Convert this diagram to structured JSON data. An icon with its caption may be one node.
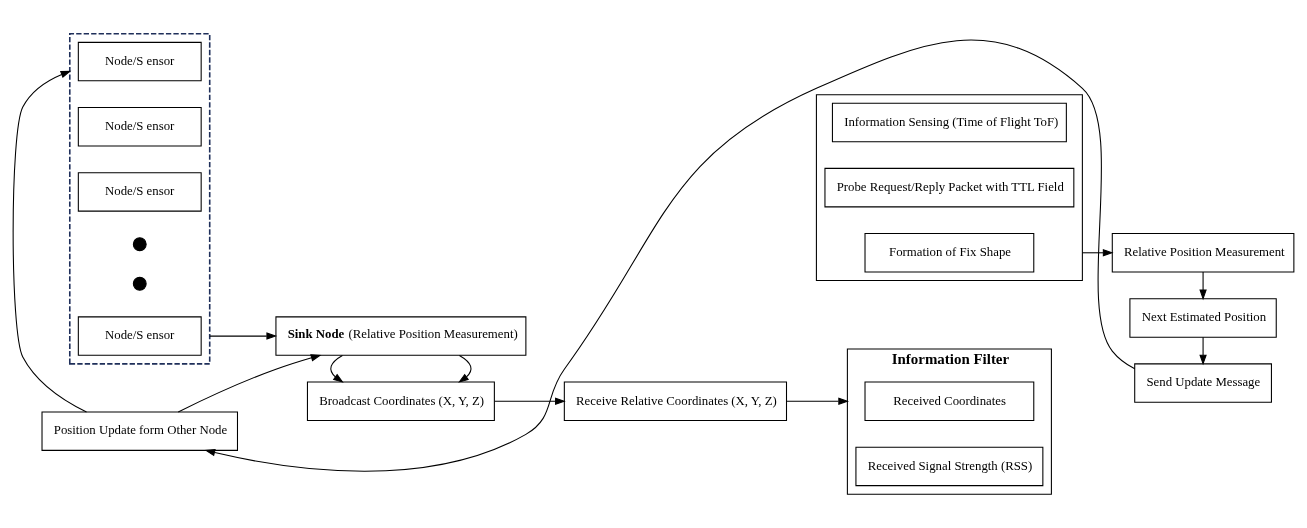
{
  "diagram": {
    "nodes": [
      {
        "text": [],
        "shape": "box"
      },
      {
        "text": [
          "Node/S ensor"
        ],
        "in": 0
      },
      {
        "text": [
          "Node/S ensor"
        ],
        "in": 0
      },
      {
        "text": [
          "Node/S ensor"
        ],
        "in": 0
      },
      {
        "text": [],
        "shape": "circle",
        "in": 0
      },
      {
        "text": [],
        "shape": "circle",
        "in": 0
      },
      {
        "text": [
          "Node/S ensor"
        ],
        "in": 0
      },
      {
        "text": [
          "Broadcast Coordinates (X, Y, Z)"
        ]
      },
      {
        "text": [
          "Receive Relative Coordinates (X, Y, Z)"
        ]
      },
      {
        "text": [
          "Information Filter"
        ]
      },
      {
        "text": [
          "Received Coordinates"
        ],
        "in": 9
      },
      {
        "text": [
          "Received Signal Strength (RSS)"
        ],
        "in": 9
      },
      {
        "text": [],
        "shape": "box"
      },
      {
        "text": [
          "Information Sensing (Time of Flight ToF)"
        ],
        "in": 12
      },
      {
        "text": [
          "Probe Request/Reply Packet with TTL Field"
        ],
        "in": 12
      },
      {
        "text": [
          "Formation of Fix Shape"
        ],
        "in": 12
      },
      {
        "text": [
          "**Sink Node** (Relative Position Measurement)"
        ]
      },
      {
        "text": [
          "Position Update form Other Node"
        ]
      },
      {
        "text": [
          "Relative Position Measurement"
        ]
      },
      {
        "text": [
          "Next Estimated Position"
        ]
      },
      {
        "text": [
          "Send Update Message"
        ]
      }
    ],
    "edges": [
      {
        "from": 0,
        "to": 16,
        "arrow": "to"
      },
      {
        "from": 16,
        "to": 7,
        "arrow": "to"
      },
      {
        "from": 16,
        "to": 7,
        "arrow": "to"
      },
      {
        "from": 7,
        "to": 8,
        "arrow": "to"
      },
      {
        "from": 8,
        "to": 9,
        "arrow": "to"
      },
      {
        "from": 12,
        "to": 18,
        "arrow": "to"
      },
      {
        "from": 18,
        "to": 19,
        "arrow": "to"
      },
      {
        "from": 19,
        "to": 20,
        "arrow": "to"
      },
      {
        "from": 20,
        "to": 17,
        "arrow": "to"
      },
      {
        "from": 17,
        "to": 16,
        "arrow": "to"
      },
      {
        "from": 17,
        "to": 0,
        "arrow": "to"
      }
    ]
  }
}
